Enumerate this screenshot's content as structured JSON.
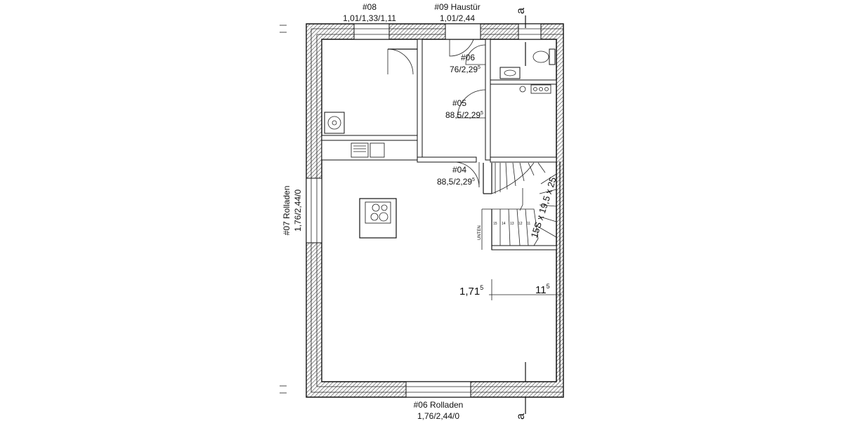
{
  "openings": {
    "w08": {
      "id": "#08",
      "size": "1,01/1,33/1,11"
    },
    "w09": {
      "id": "#09 Haustür",
      "size": "1,01/2,44"
    },
    "d06": {
      "id": "#06",
      "size": "76/2,29",
      "sup": "5"
    },
    "d05": {
      "id": "#05",
      "size": "88,5/2,29",
      "sup": "5"
    },
    "d04": {
      "id": "#04",
      "size": "88,5/2,29",
      "sup": "5"
    },
    "w07": {
      "id": "#07 Rolladen",
      "size": "1,76/2,44/0"
    },
    "w06": {
      "id": "#06 Rolladen",
      "size": "1,76/2,44/0"
    }
  },
  "stairs": {
    "spec": "15S x 19,5 x 25",
    "direction": "UNTEN",
    "step_numbers": [
      "15",
      "14",
      "13",
      "12",
      "11"
    ]
  },
  "dimensions": {
    "d1": {
      "main": "1,71",
      "sup": "5"
    },
    "d2": {
      "main": "11",
      "sup": "5"
    }
  },
  "section_marker": "a"
}
